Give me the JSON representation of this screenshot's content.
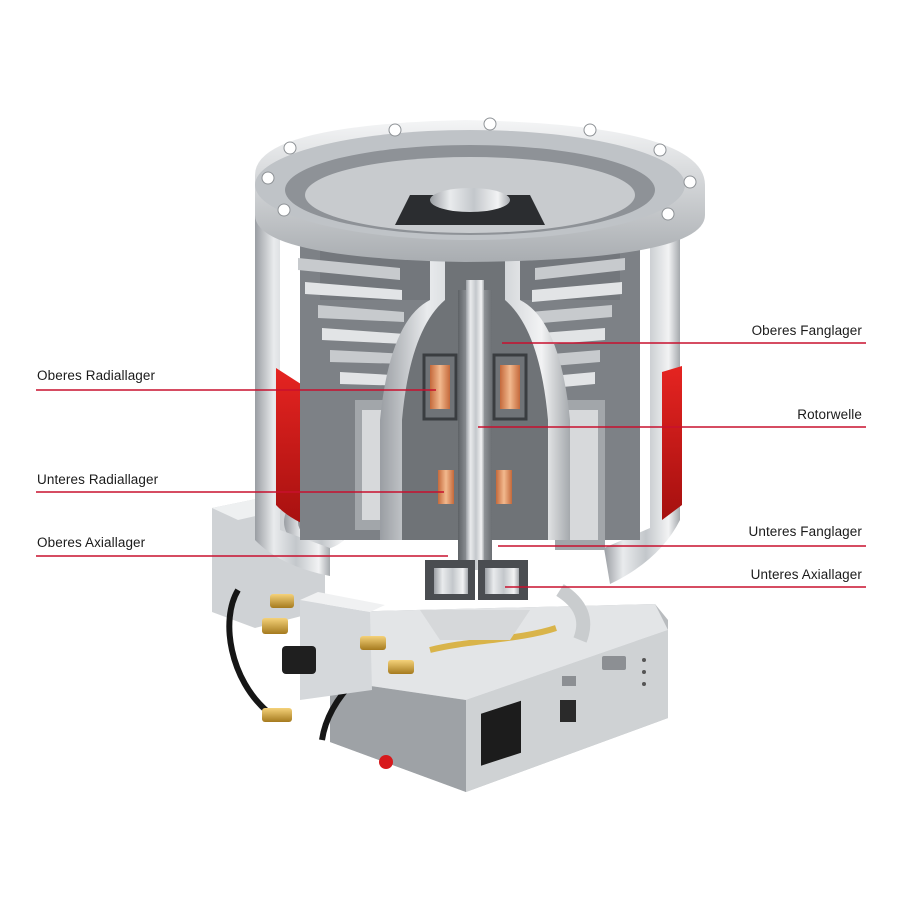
{
  "labels": {
    "oberes_radiallager": "Oberes Radiallager",
    "unteres_radiallager": "Unteres Radiallager",
    "oberes_axiallager": "Oberes Axiallager",
    "oberes_fanglager": "Oberes Fanglager",
    "rotorwelle": "Rotorwelle",
    "unteres_fanglager": "Unteres Fanglager",
    "unteres_axiallager": "Unteres Axiallager"
  },
  "colors": {
    "leader_line": "#c8102e",
    "accent_red": "#d7191c",
    "bearing_copper": "#e59a6a"
  }
}
